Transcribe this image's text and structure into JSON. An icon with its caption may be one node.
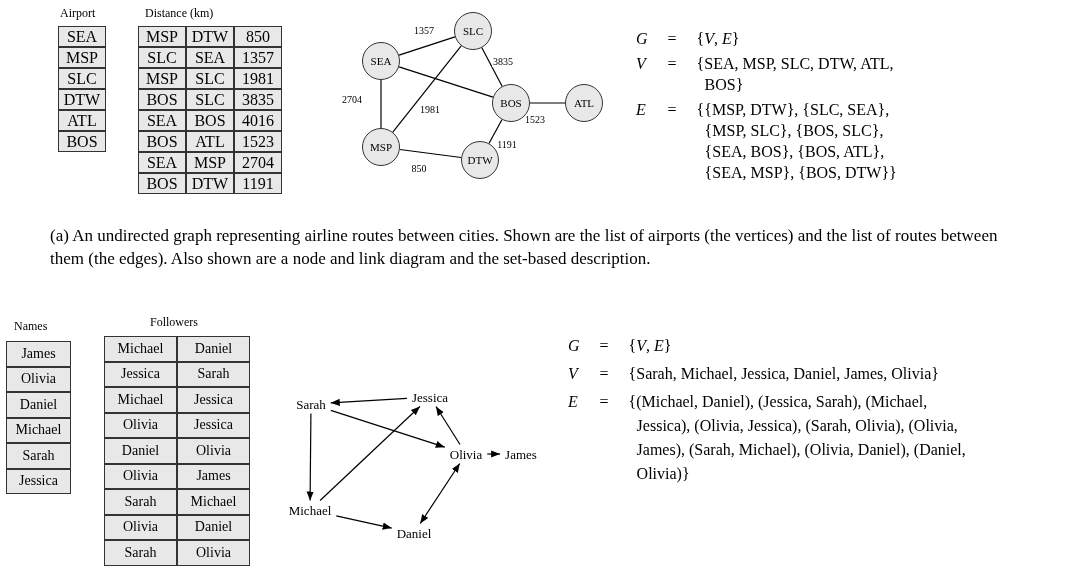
{
  "diagram": {
    "caption": "(a) An undirected graph representing airline routes between cities. Shown are the list of airports (the vertices) and the list of routes between them (the edges). Also shown are a node and link diagram and the set-based description.",
    "nodes": [
      {
        "text": [
          "SEA"
        ]
      },
      {
        "text": [
          "SLC"
        ]
      },
      {
        "text": [
          "BOS"
        ]
      },
      {
        "text": [
          "ATL"
        ]
      },
      {
        "text": [
          "MSP"
        ]
      },
      {
        "text": [
          "DTW"
        ]
      },
      {
        "text": [
          "Jessica"
        ]
      },
      {
        "text": [
          "Sarah"
        ]
      },
      {
        "text": [
          "Olivia"
        ]
      },
      {
        "text": [
          "James"
        ]
      },
      {
        "text": [
          "Michael"
        ]
      },
      {
        "text": [
          "Daniel"
        ]
      }
    ],
    "edges": [
      {
        "from": 0,
        "to": 1,
        "arrow": "none",
        "label": "1357"
      },
      {
        "from": 0,
        "to": 2,
        "arrow": "none"
      },
      {
        "from": 0,
        "to": 4,
        "arrow": "none",
        "label": "2704"
      },
      {
        "from": 1,
        "to": 4,
        "arrow": "none",
        "label": "1981"
      },
      {
        "from": 1,
        "to": 2,
        "arrow": "none",
        "label": "3835"
      },
      {
        "from": 2,
        "to": 3,
        "arrow": "none",
        "label": "1523"
      },
      {
        "from": 2,
        "to": 5,
        "arrow": "none",
        "label": "1191"
      },
      {
        "from": 4,
        "to": 5,
        "arrow": "none",
        "label": "850"
      },
      {
        "from": 6,
        "to": 7,
        "arrow": "to"
      },
      {
        "from": 10,
        "to": 6,
        "arrow": "to"
      },
      {
        "from": 8,
        "to": 6,
        "arrow": "to"
      },
      {
        "from": 7,
        "to": 8,
        "arrow": "to"
      },
      {
        "from": 8,
        "to": 9,
        "arrow": "to"
      },
      {
        "from": 7,
        "to": 10,
        "arrow": "to"
      },
      {
        "from": 10,
        "to": 11,
        "arrow": "to"
      },
      {
        "from": 8,
        "to": 11,
        "arrow": "both"
      }
    ],
    "labels": [
      "Airport",
      "Distance (km)",
      "SEA",
      "MSP",
      "SLC",
      "DTW",
      "ATL",
      "BOS",
      "MSP",
      "DTW",
      "850",
      "SLC",
      "SEA",
      "1357",
      "MSP",
      "SLC",
      "1981",
      "BOS",
      "SLC",
      "3835",
      "SEA",
      "BOS",
      "4016",
      "BOS",
      "ATL",
      "1523",
      "SEA",
      "MSP",
      "2704",
      "BOS",
      "DTW",
      "1191",
      "*G*",
      "=",
      "{*V*, *E*}",
      "*V*",
      "=",
      "{SEA, MSP, SLC, DTW, ATL, BOS}",
      "*E*",
      "=",
      "{{MSP, DTW}, {SLC, SEA}, {MSP, SLC}, {BOS, SLC}, {SEA, BOS}, {BOS, ATL}, {SEA, MSP}, {BOS, DTW}}",
      "Names",
      "Followers",
      "James",
      "Olivia",
      "Daniel",
      "Michael",
      "Sarah",
      "Jessica",
      "Michael",
      "Daniel",
      "Jessica",
      "Sarah",
      "Michael",
      "Jessica",
      "Olivia",
      "Jessica",
      "Daniel",
      "Olivia",
      "Olivia",
      "James",
      "Sarah",
      "Michael",
      "Olivia",
      "Daniel",
      "Sarah",
      "Olivia",
      "*G*",
      "=",
      "{*V*, *E*}",
      "*V*",
      "=",
      "{Sarah, Michael, Jessica, Daniel, James, Olivia}",
      "*E*",
      "=",
      "{(Michael, Daniel), (Jessica, Sarah), (Michael, Jessica), (Olivia, Jessica), (Sarah, Olivia), (Olivia, James), (Sarah, Michael), (Olivia, Daniel), (Daniel, Olivia)}"
    ]
  }
}
